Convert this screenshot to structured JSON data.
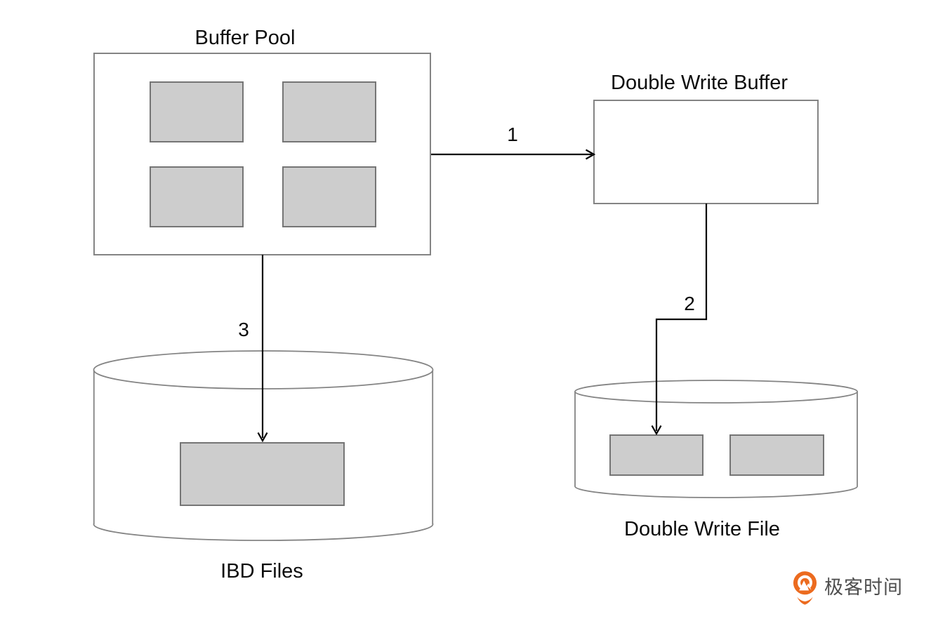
{
  "titles": {
    "buffer_pool": "Buffer Pool",
    "double_write_buffer": "Double Write Buffer",
    "ibd_files": "IBD Files",
    "double_write_file": "Double Write File"
  },
  "arrow_labels": {
    "step1": "1",
    "step2": "2",
    "step3": "3"
  },
  "shapes": {
    "buffer_pool_page_count": 4,
    "double_write_file_page_count": 2,
    "ibd_files_page_count": 1
  },
  "branding": {
    "logo_text": "极客时间"
  },
  "colors": {
    "brand_orange": "#EC6B1F",
    "shape_border": "#848484",
    "page_fill": "#CDCDCD",
    "page_border": "#757575",
    "arrow": "#000000",
    "logo_text_gray": "#4E4E4E"
  }
}
